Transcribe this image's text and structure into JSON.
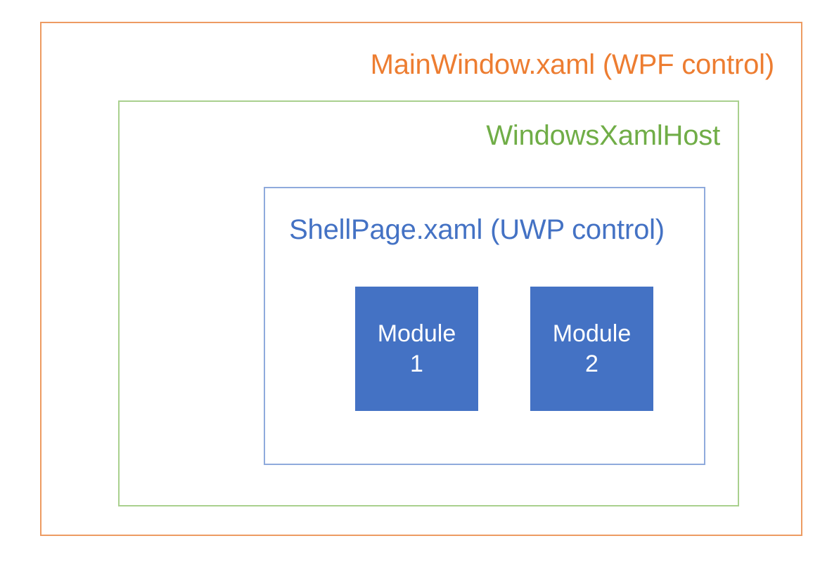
{
  "diagram": {
    "title": "WPF / WindowsXamlHost / UWP ShellPage nesting diagram",
    "colors": {
      "wpf_border": "#ED9B62",
      "wpf_text": "#ED7D31",
      "host_border": "#A9D08E",
      "host_text": "#70AD47",
      "shell_border": "#8FAADC",
      "shell_text": "#4472C4",
      "module_fill": "#4472C4",
      "module_text": "#FFFFFF",
      "background": "#FFFFFF"
    },
    "layers": {
      "outer": {
        "label": "MainWindow.xaml (WPF control)",
        "label_align": "right"
      },
      "middle": {
        "label": "WindowsXamlHost",
        "label_align": "right"
      },
      "inner": {
        "label": "ShellPage.xaml (UWP control)",
        "label_align": "center"
      }
    },
    "modules": [
      {
        "name": "Module",
        "index": "1"
      },
      {
        "name": "Module",
        "index": "2"
      }
    ]
  }
}
